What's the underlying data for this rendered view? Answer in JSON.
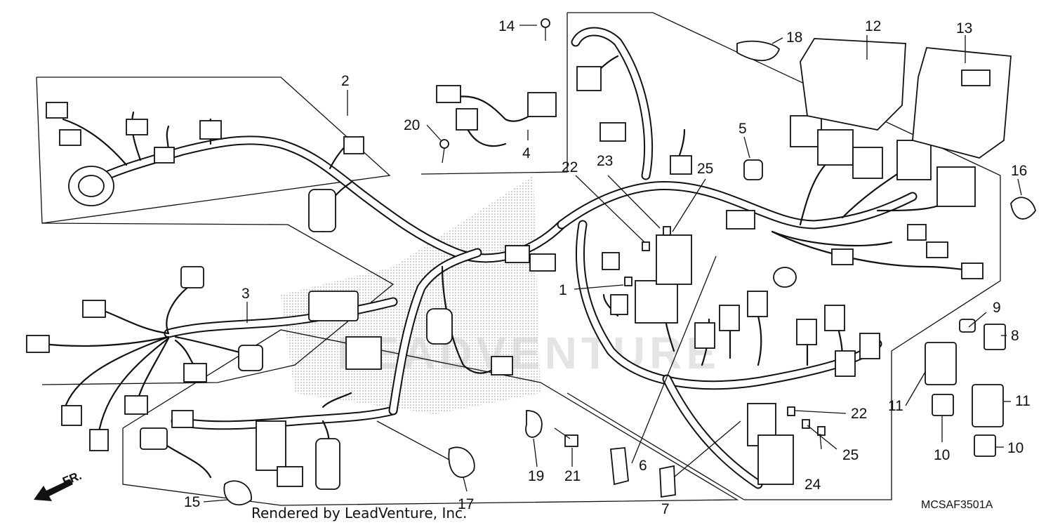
{
  "diagram": {
    "callouts": [
      {
        "id": "c1",
        "label": "1"
      },
      {
        "id": "c2",
        "label": "2"
      },
      {
        "id": "c3",
        "label": "3"
      },
      {
        "id": "c4",
        "label": "4"
      },
      {
        "id": "c5",
        "label": "5"
      },
      {
        "id": "c6",
        "label": "6"
      },
      {
        "id": "c7",
        "label": "7"
      },
      {
        "id": "c8",
        "label": "8"
      },
      {
        "id": "c9",
        "label": "9"
      },
      {
        "id": "c10a",
        "label": "10"
      },
      {
        "id": "c10b",
        "label": "10"
      },
      {
        "id": "c11a",
        "label": "11"
      },
      {
        "id": "c11b",
        "label": "11"
      },
      {
        "id": "c12",
        "label": "12"
      },
      {
        "id": "c13",
        "label": "13"
      },
      {
        "id": "c14",
        "label": "14"
      },
      {
        "id": "c15",
        "label": "15"
      },
      {
        "id": "c16",
        "label": "16"
      },
      {
        "id": "c17",
        "label": "17"
      },
      {
        "id": "c18",
        "label": "18"
      },
      {
        "id": "c19",
        "label": "19"
      },
      {
        "id": "c20",
        "label": "20"
      },
      {
        "id": "c21",
        "label": "21"
      },
      {
        "id": "c22a",
        "label": "22"
      },
      {
        "id": "c22b",
        "label": "22"
      },
      {
        "id": "c23",
        "label": "23"
      },
      {
        "id": "c24",
        "label": "24"
      },
      {
        "id": "c25a",
        "label": "25"
      },
      {
        "id": "c25b",
        "label": "25"
      }
    ],
    "diagram_code": "MCSAF3501A",
    "credit": "Rendered by LeadVenture, Inc.",
    "direction_label": "FR.",
    "watermark": "LEADVENTURE",
    "line_color": "#111111",
    "background_color": "#ffffff"
  }
}
